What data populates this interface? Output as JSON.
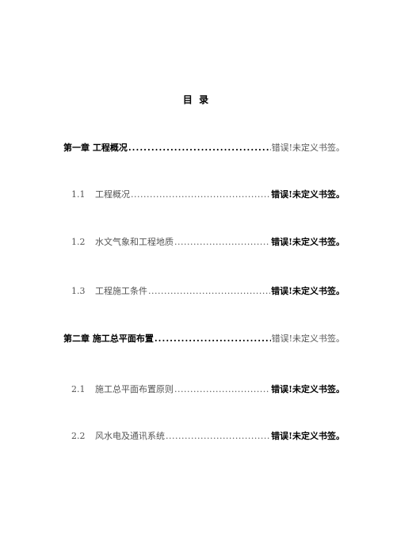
{
  "title": "目  录",
  "leader": "...................................................................................",
  "entries": [
    {
      "kind": "chapter",
      "label": "第一章   工程概况",
      "ref": "错误!未定义书签。"
    },
    {
      "kind": "section",
      "num": "1.1",
      "label": "工程概况 ",
      "ref": "错误!未定义书签。"
    },
    {
      "kind": "section",
      "num": "1.2",
      "label": "水文气象和工程地质",
      "ref": "错误!未定义书签。"
    },
    {
      "kind": "section",
      "num": "1.3",
      "label": "工程施工条件",
      "ref": "错误!未定义书签。"
    },
    {
      "kind": "chapter",
      "label": "第二章   施工总平面布置",
      "ref": "错误!未定义书签。"
    },
    {
      "kind": "section",
      "num": "2.1",
      "label": "施工总平面布置原则",
      "ref": "错误!未定义书签。"
    },
    {
      "kind": "section",
      "num": "2.2",
      "label": "风水电及通讯系统",
      "ref": "错误!未定义书签。"
    }
  ]
}
